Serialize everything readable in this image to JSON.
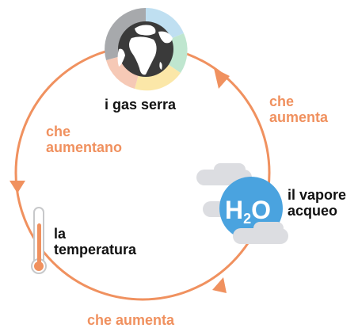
{
  "diagram": {
    "nodes": {
      "greenhouse_gases": {
        "label": "i gas serra",
        "icon": "globe-icon"
      },
      "water_vapor": {
        "label_line1": "il vapore",
        "label_line2": "acqueo",
        "icon": "h2o-cloud-icon",
        "symbol_main": "H",
        "symbol_sub": "2",
        "symbol_end": "O"
      },
      "temperature": {
        "label_line1": "la",
        "label_line2": "temperatura",
        "icon": "thermometer-icon"
      }
    },
    "edges": {
      "gases_to_vapor": {
        "label_line1": "che",
        "label_line2": "aumenta"
      },
      "vapor_to_temperature": {
        "label": "che aumenta"
      },
      "temperature_to_gases": {
        "label_line1": "che",
        "label_line2": "aumentano"
      }
    },
    "colors": {
      "cycle": "#f0915f",
      "text_dark": "#111111",
      "h2o_circle": "#4aa3df",
      "cloud": "#dcdde1",
      "globe_land": "#ffffff",
      "globe_ocean": "#3a3a3a"
    }
  }
}
